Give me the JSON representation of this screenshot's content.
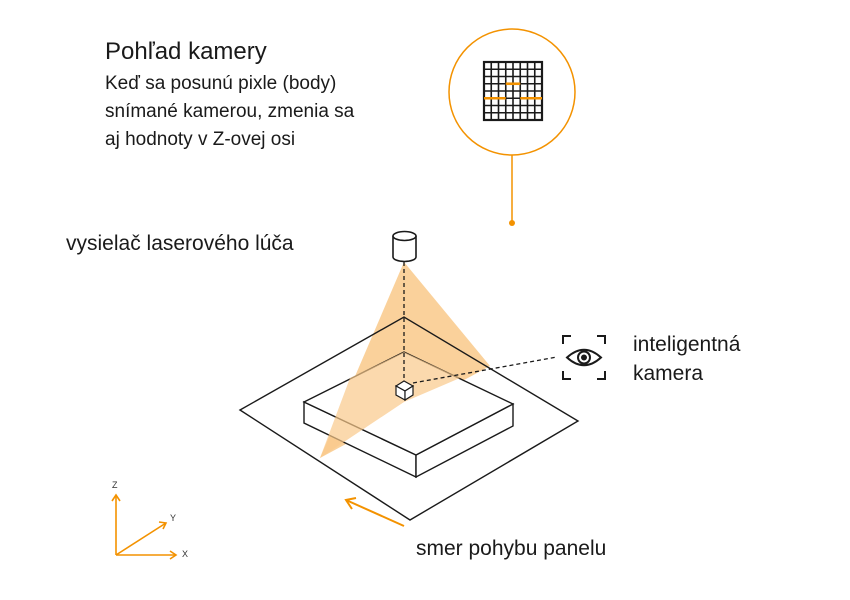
{
  "camera_view": {
    "title": "Pohľad kamery",
    "description_lines": [
      "Keď sa posunú pixle (body)",
      "snímané kamerou, zmenia sa",
      "aj hodnoty v Z-ovej osi"
    ]
  },
  "labels": {
    "laser_emitter": "vysielač laserového lúča",
    "smart_camera_lines": [
      "inteligentná",
      "kamera"
    ],
    "panel_motion": "smer pohybu panelu"
  },
  "axes": {
    "z": "Z",
    "y": "Y",
    "x": "X"
  },
  "colors": {
    "accent": "#f39200",
    "laser_fill": "#f9c98a",
    "line": "#1a1a1a"
  },
  "icons": [
    "camera-grid-icon",
    "laser-emitter-icon",
    "smart-camera-eye-icon"
  ]
}
